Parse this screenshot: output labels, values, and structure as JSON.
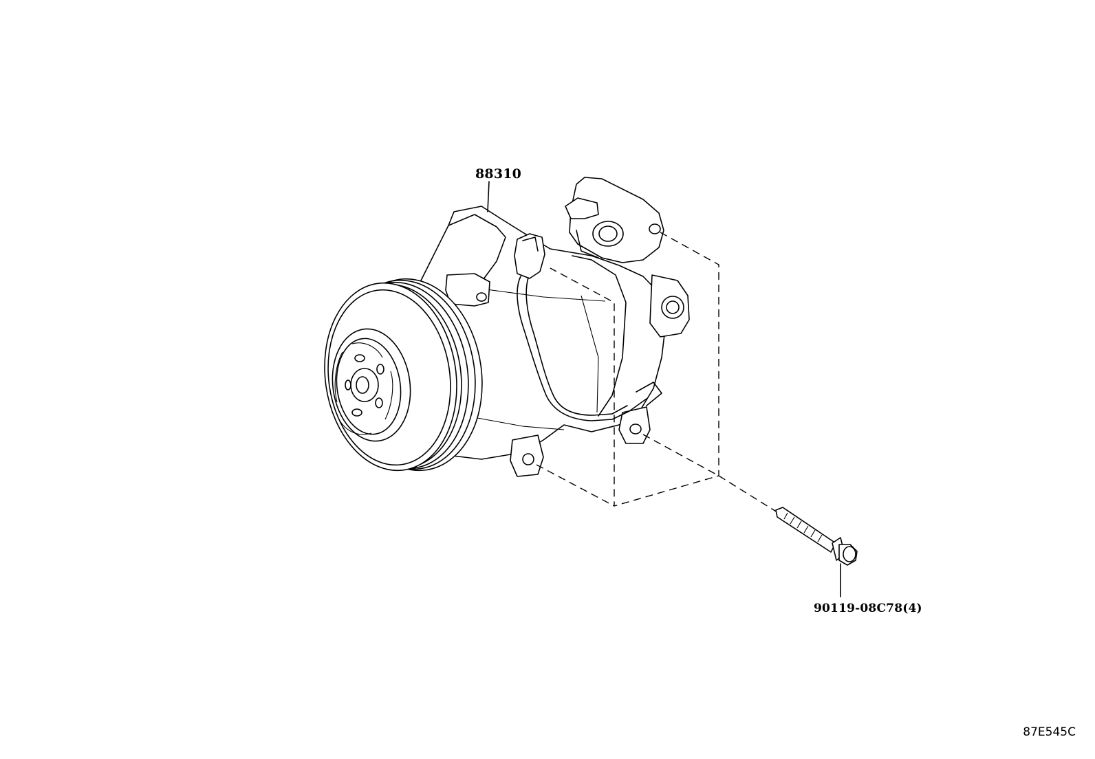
{
  "parts": [
    {
      "part_number": "88310",
      "name": "compressor"
    },
    {
      "part_number": "90119-08C78(4)",
      "name": "bolt"
    }
  ],
  "diagram_ref": "87E545C"
}
